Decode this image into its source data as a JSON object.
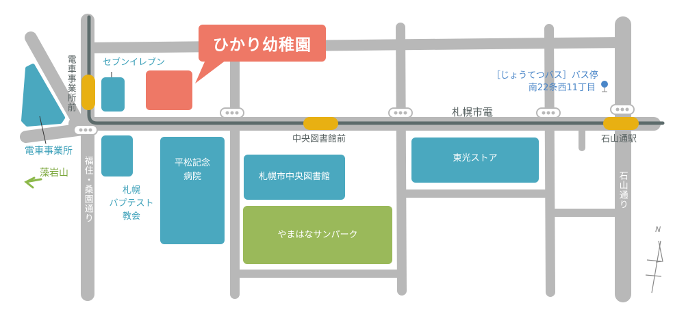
{
  "title": "ひかり幼稚園",
  "colors": {
    "road": "#b8b8b8",
    "tram": "#5c6b6b",
    "station": "#e8b012",
    "building": "#4aa8bf",
    "kindergarten": "#ee7866",
    "park": "#9ab95a",
    "busstop": "#4a86c8"
  },
  "streets": {
    "fukuzumi": "福住・桑園通り",
    "ishiyama": "石山通り",
    "tram_line": "札幌市電"
  },
  "stations": {
    "densha_jigyosho_mae": "電車事業所前",
    "chuo_toshokan_mae": "中央図書館前",
    "ishiyamadori": "石山通駅"
  },
  "places": {
    "seven_eleven": "セブンイレブン",
    "densha_jigyosho": "電車事業所",
    "moiwayama": "藻岩山",
    "church_line1": "札幌",
    "church_line2": "バプテスト",
    "church_line3": "教会",
    "hospital_line1": "平松記念",
    "hospital_line2": "病院",
    "library": "札幌市中央図書館",
    "park": "やまはなサンパーク",
    "store": "東光ストア"
  },
  "bus_stop": {
    "line1": "［じょうてつバス］バス停",
    "line2": "南22条西11丁目"
  },
  "compass": "N"
}
